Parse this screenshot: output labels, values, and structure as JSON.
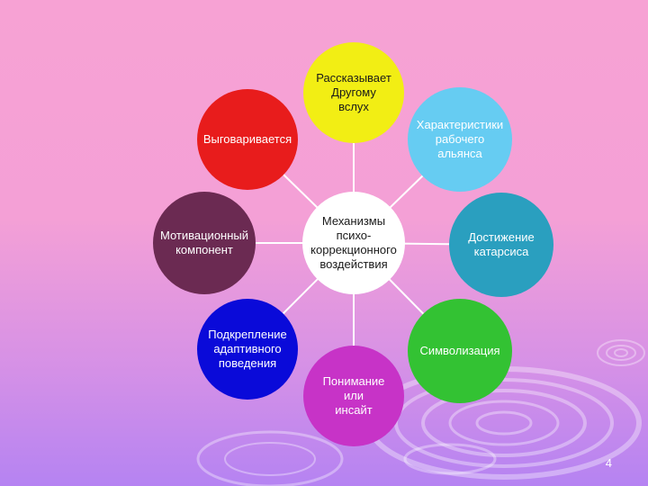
{
  "center": {
    "label": "Механизмы\nпсихо-\nкоррекционного\nвоздействия",
    "color": "#ffffff"
  },
  "nodes": [
    {
      "key": "tells-other",
      "label": "Рассказывает\nДругому\nвслух",
      "color": "#f2ee14"
    },
    {
      "key": "work-alliance",
      "label": "Характеристики\nрабочего\nальянса",
      "color": "#66ccf2"
    },
    {
      "key": "catharsis",
      "label": "Достижение\nкатарсиса",
      "color": "#2a9fbf"
    },
    {
      "key": "symbolization",
      "label": "Символизация",
      "color": "#33c233"
    },
    {
      "key": "insight",
      "label": "Понимание\nили\nинсайт",
      "color": "#c733c7"
    },
    {
      "key": "adaptive-behavior",
      "label": "Подкрепление\nадаптивного\nповедения",
      "color": "#0a0ad9"
    },
    {
      "key": "motivation",
      "label": "Мотивационный\nкомпонент",
      "color": "#6b2a52"
    },
    {
      "key": "verbalizes",
      "label": "Выговаривается",
      "color": "#e81c1c"
    }
  ],
  "slide_number": "4",
  "line_color": "#ffffff"
}
